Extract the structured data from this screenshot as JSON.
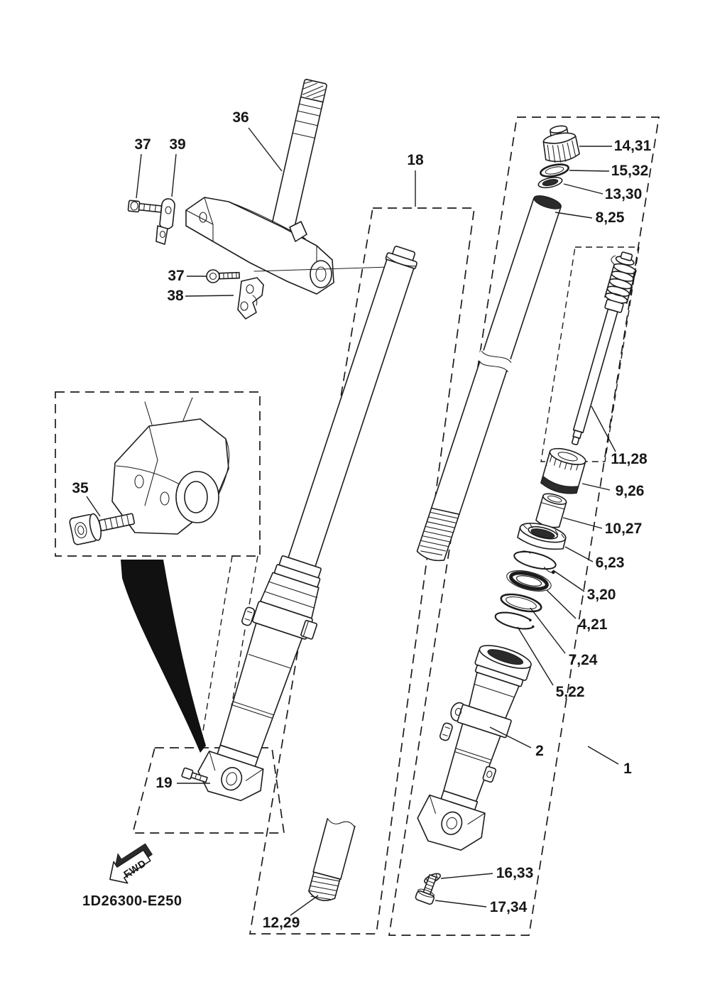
{
  "diagram": {
    "part_code": "1D26300-E250",
    "fwd_label": "FWD",
    "colors": {
      "line": "#1c1c1c",
      "background": "#ffffff"
    },
    "callouts": {
      "n36": "36",
      "n37_top": "37",
      "n39": "39",
      "n37_mid": "37",
      "n38": "38",
      "n18": "18",
      "n35": "35",
      "n19": "19",
      "n14_31": "14,31",
      "n15_32": "15,32",
      "n13_30": "13,30",
      "n8_25": "8,25",
      "n11_28": "11,28",
      "n9_26": "9,26",
      "n10_27": "10,27",
      "n6_23": "6,23",
      "n3_20": "3,20",
      "n4_21": "4,21",
      "n7_24": "7,24",
      "n5_22": "5,22",
      "n2": "2",
      "n1": "1",
      "n16_33": "16,33",
      "n17_34": "17,34",
      "n12_29": "12,29"
    }
  }
}
